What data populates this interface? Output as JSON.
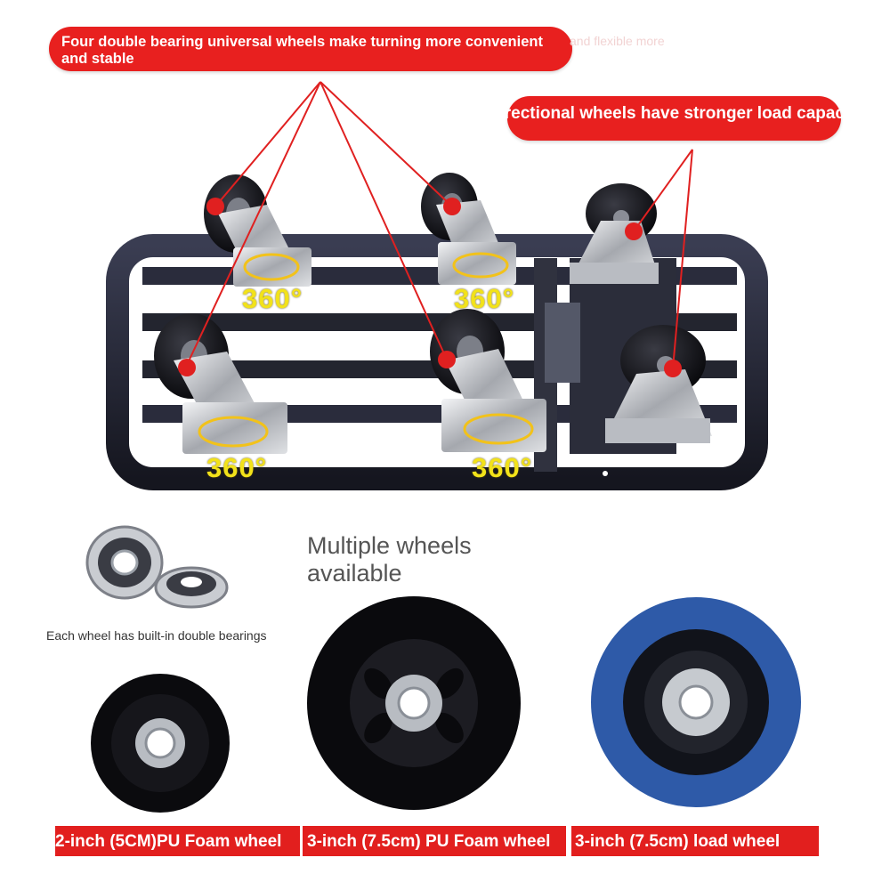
{
  "callouts": {
    "universal_wheels": "Four double bearing universal wheels make turning more convenient and stable",
    "ghost_suffix": "and flexible more",
    "directional_wheels": "Two directional wheels have stronger load capacity"
  },
  "rotation_labels": [
    "360°",
    "360°",
    "360°",
    "360°"
  ],
  "section_title": "Multiple wheels available",
  "bearings_caption": "Each wheel has built-in double bearings",
  "wheel_labels": [
    "2-inch (5CM)PU Foam wheel",
    "3-inch (7.5cm) PU Foam wheel",
    "3-inch (7.5cm) load wheel"
  ],
  "colors": {
    "accent_red": "#e8201f",
    "frame": "#1e2030",
    "wheel_black": "#0e0e12",
    "load_wheel_blue": "#2e5aa8",
    "degree_yellow": "#f2e21a"
  }
}
